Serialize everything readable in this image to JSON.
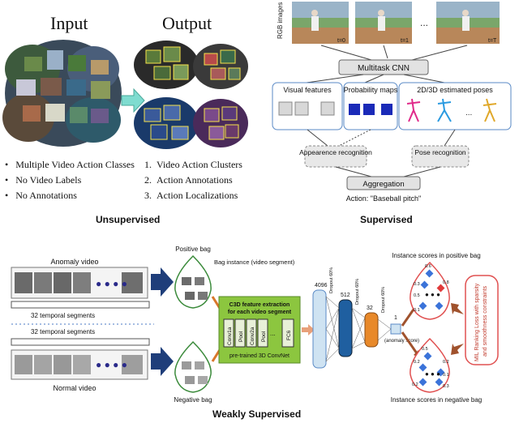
{
  "unsupervised": {
    "caption": "Unsupervised",
    "input_title": "Input",
    "output_title": "Output",
    "input_bullets": [
      "Multiple Video Action Classes",
      "No Video Labels",
      "No Annotations"
    ],
    "output_items": [
      "Video Action Clusters",
      "Action Annotations",
      "Action Localizations"
    ],
    "output_numbers": [
      "1.",
      "2.",
      "3."
    ]
  },
  "supervised": {
    "caption": "Supervised",
    "rgb_label": "RGB images",
    "frame_labels": [
      "t=0",
      "t=1",
      "t=T"
    ],
    "ellipsis": "...",
    "cnn_label": "Multitask CNN",
    "visual_features": "Visual features",
    "probability_maps": "Probability maps",
    "poses": "2D/3D estimated poses",
    "appearance": "Appearence recognition",
    "pose_recognition": "Pose recognition",
    "aggregation": "Aggregation",
    "action": "Action: \"Baseball pitch\""
  },
  "weakly": {
    "caption": "Weakly Supervised",
    "anomaly_video": "Anomaly video",
    "normal_video": "Normal video",
    "temporal_segments": "32  temporal segments",
    "positive_bag": "Positive bag",
    "negative_bag": "Negative bag",
    "bag_instance": "Bag instance (video segment)",
    "c3d_title": "C3D feature extraction for each video segment",
    "c3d_layers": [
      "Conv1a",
      "Pool",
      "Conv2a",
      "Pool",
      "...",
      "FC6"
    ],
    "pretrained": "pre-trained 3D ConvNet",
    "layer_sizes": [
      "4096",
      "512",
      "32",
      "1"
    ],
    "dropout": "Dropout 60%",
    "anomaly_score": "(anomaly score)",
    "pos_scores_title": "Instance scores in positive bag",
    "neg_scores_title": "Instance scores in negative bag",
    "pos_scores": [
      "0.6",
      "0.3",
      "0.5",
      "0.8",
      "0.1"
    ],
    "neg_scores": [
      "0.5",
      "0.2",
      "0.2",
      "0.1",
      "0.2",
      "0.3"
    ],
    "mil_loss": "MIL Ranking Loss with sparsity and smoothness constraints"
  },
  "colors": {
    "arrow_orange": "#d9772b",
    "c3d_green": "#8cc63f",
    "box_blue": "#5a8ac6",
    "pos_red": "#e03a3a",
    "neg_blue": "#3b73d9"
  }
}
